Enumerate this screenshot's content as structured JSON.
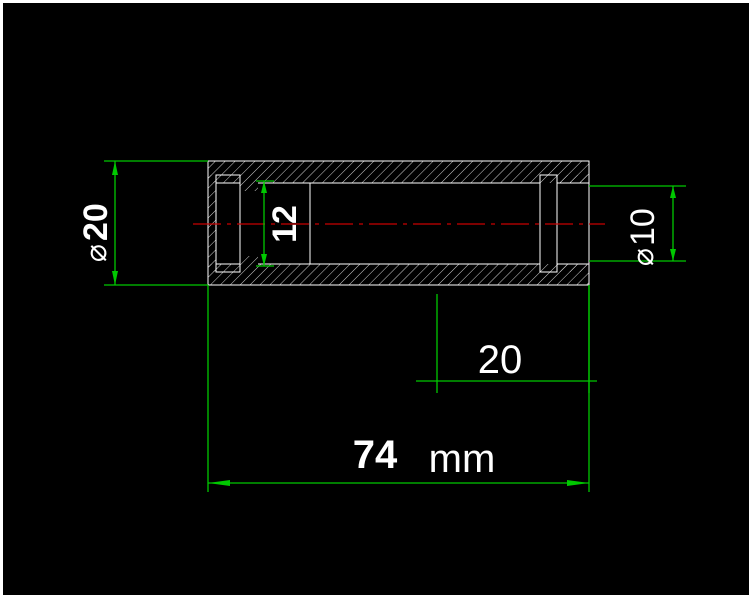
{
  "drawing": {
    "dimensions": {
      "outer_diameter": {
        "symbol": "⌀",
        "value": "20"
      },
      "bore_diameter": {
        "value": "12"
      },
      "right_diameter": {
        "symbol": "⌀",
        "value": "10"
      },
      "offset_length": {
        "value": "20"
      },
      "overall_length": {
        "value": "74",
        "unit": "mm"
      }
    }
  },
  "colors": {
    "background": "#000000",
    "part_lines": "#ffffff",
    "dimension_lines": "#00c800",
    "center_line": "#c80000",
    "text": "#ffffff"
  }
}
